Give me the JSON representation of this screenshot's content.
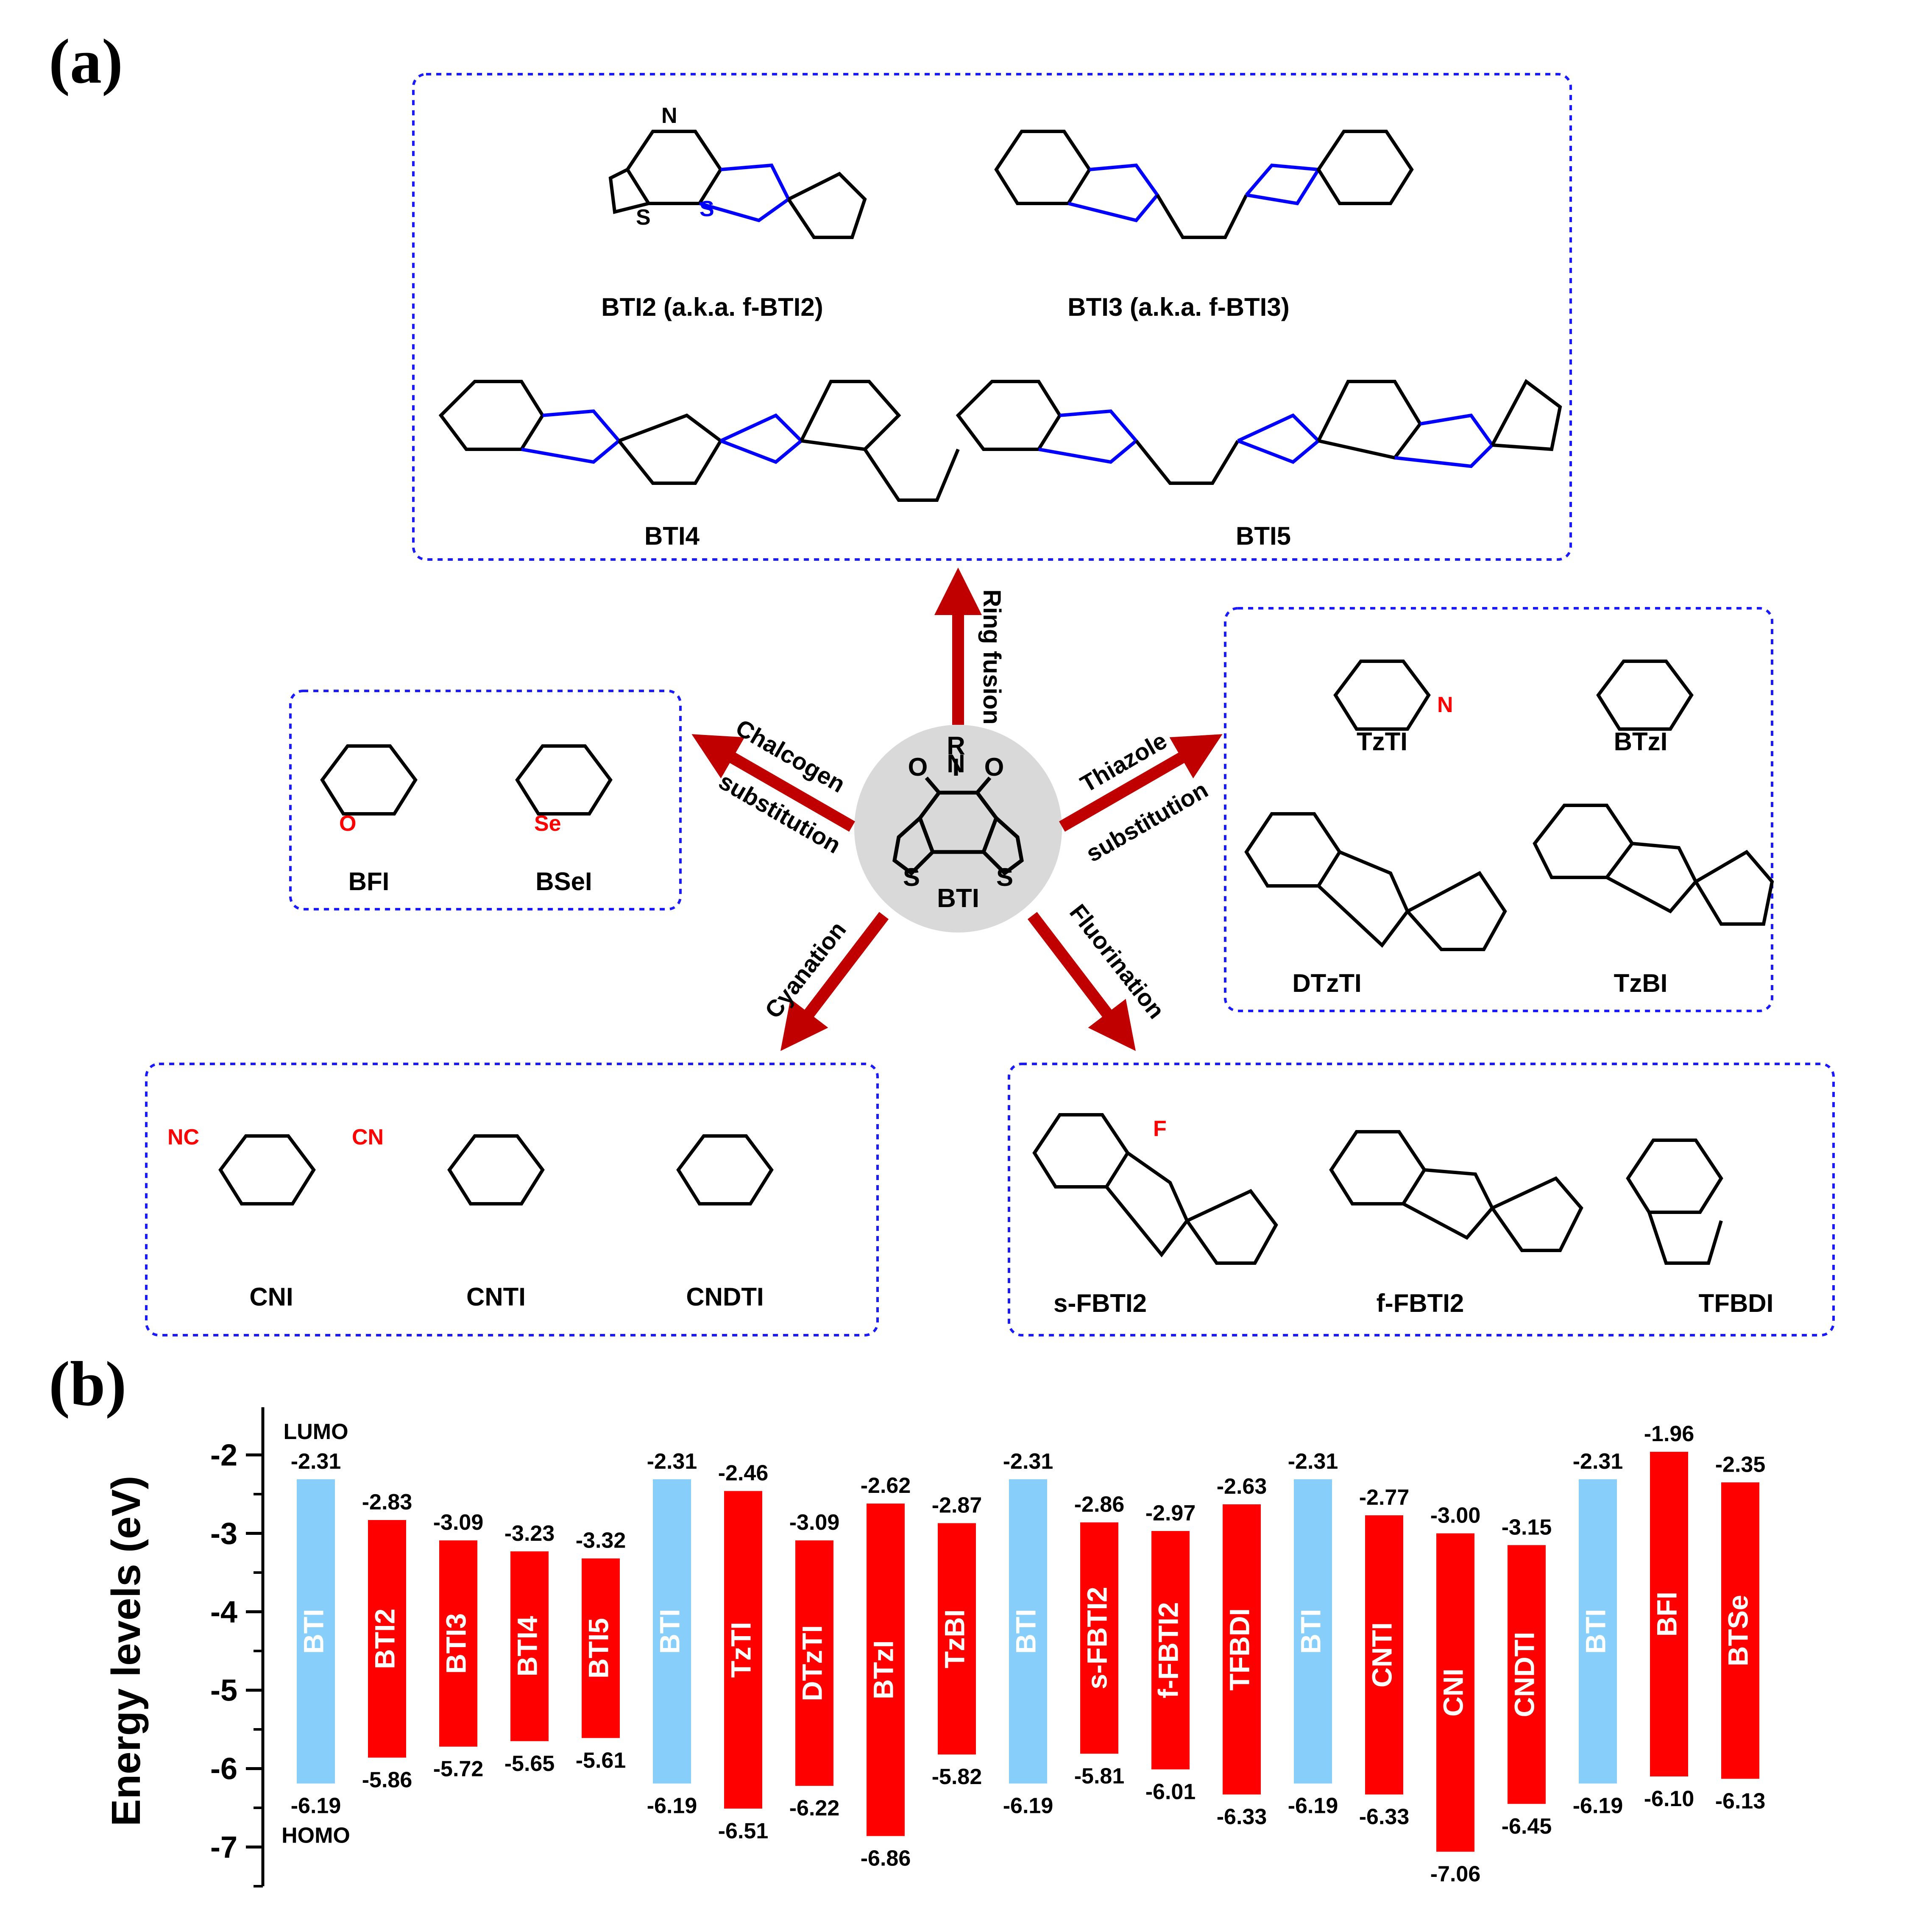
{
  "panel_a": {
    "label": "(a)",
    "center": {
      "name": "BTI"
    },
    "arrows": {
      "ring_fusion": "Ring fusion",
      "chalcogen": [
        "Chalcogen",
        "substitution"
      ],
      "thiazole": [
        "Thiazole",
        "substitution"
      ],
      "cyanation": "Cyanation",
      "fluorination": "Fluorination"
    },
    "groups": {
      "ring_fusion": [
        "BTI2 (a.k.a. f-BTI2)",
        "BTI3 (a.k.a. f-BTI3)",
        "BTI4",
        "BTI5"
      ],
      "chalcogen": [
        "BFI",
        "BSeI"
      ],
      "thiazole": [
        "TzTI",
        "BTzI",
        "DTzTI",
        "TzBI"
      ],
      "cyanation": [
        "CNI",
        "CNTI",
        "CNDTI"
      ],
      "fluorination": [
        "s-FBTI2",
        "f-FBTI2",
        "TFBDI"
      ]
    },
    "atoms": {
      "S": "S",
      "O": "O",
      "N": "N",
      "R": "R",
      "Se": "Se",
      "F": "F",
      "CN": "CN",
      "NC": "NC"
    }
  },
  "colors": {
    "reference": "#87CEFA",
    "derivative": "#FF0000",
    "arrow": "#C00000",
    "box": "#1a1aff",
    "fused": "#0000ff",
    "hetero": "#ff0000",
    "center": "#d9d9d9"
  },
  "chart_data": {
    "type": "bar",
    "panel_label": "(b)",
    "ylabel": "Energy levels (eV)",
    "ylim": [
      -7.5,
      -1.5
    ],
    "yticks": [
      -2,
      -3,
      -4,
      -5,
      -6,
      -7
    ],
    "top_label": "LUMO",
    "bottom_label": "HOMO",
    "bars": [
      {
        "name": "BTI",
        "lumo": -2.31,
        "homo": -6.19,
        "ref": true
      },
      {
        "name": "BTI2",
        "lumo": -2.83,
        "homo": -5.86,
        "ref": false
      },
      {
        "name": "BTI3",
        "lumo": -3.09,
        "homo": -5.72,
        "ref": false
      },
      {
        "name": "BTI4",
        "lumo": -3.23,
        "homo": -5.65,
        "ref": false
      },
      {
        "name": "BTI5",
        "lumo": -3.32,
        "homo": -5.61,
        "ref": false
      },
      {
        "name": "BTI",
        "lumo": -2.31,
        "homo": -6.19,
        "ref": true
      },
      {
        "name": "TzTI",
        "lumo": -2.46,
        "homo": -6.51,
        "ref": false
      },
      {
        "name": "DTzTI",
        "lumo": -3.09,
        "homo": -6.22,
        "ref": false
      },
      {
        "name": "BTzI",
        "lumo": -2.62,
        "homo": -6.86,
        "ref": false
      },
      {
        "name": "TzBI",
        "lumo": -2.87,
        "homo": -5.82,
        "ref": false
      },
      {
        "name": "BTI",
        "lumo": -2.31,
        "homo": -6.19,
        "ref": true
      },
      {
        "name": "s-FBTI2",
        "lumo": -2.86,
        "homo": -5.81,
        "ref": false
      },
      {
        "name": "f-FBTI2",
        "lumo": -2.97,
        "homo": -6.01,
        "ref": false
      },
      {
        "name": "TFBDI",
        "lumo": -2.63,
        "homo": -6.33,
        "ref": false
      },
      {
        "name": "BTI",
        "lumo": -2.31,
        "homo": -6.19,
        "ref": true
      },
      {
        "name": "CNTI",
        "lumo": -2.77,
        "homo": -6.33,
        "ref": false
      },
      {
        "name": "CNI",
        "lumo": -3.0,
        "homo": -7.06,
        "ref": false
      },
      {
        "name": "CNDTI",
        "lumo": -3.15,
        "homo": -6.45,
        "ref": false
      },
      {
        "name": "BTI",
        "lumo": -2.31,
        "homo": -6.19,
        "ref": true
      },
      {
        "name": "BFI",
        "lumo": -1.96,
        "homo": -6.1,
        "ref": false
      },
      {
        "name": "BTSe",
        "lumo": -2.35,
        "homo": -6.13,
        "ref": false
      }
    ]
  }
}
